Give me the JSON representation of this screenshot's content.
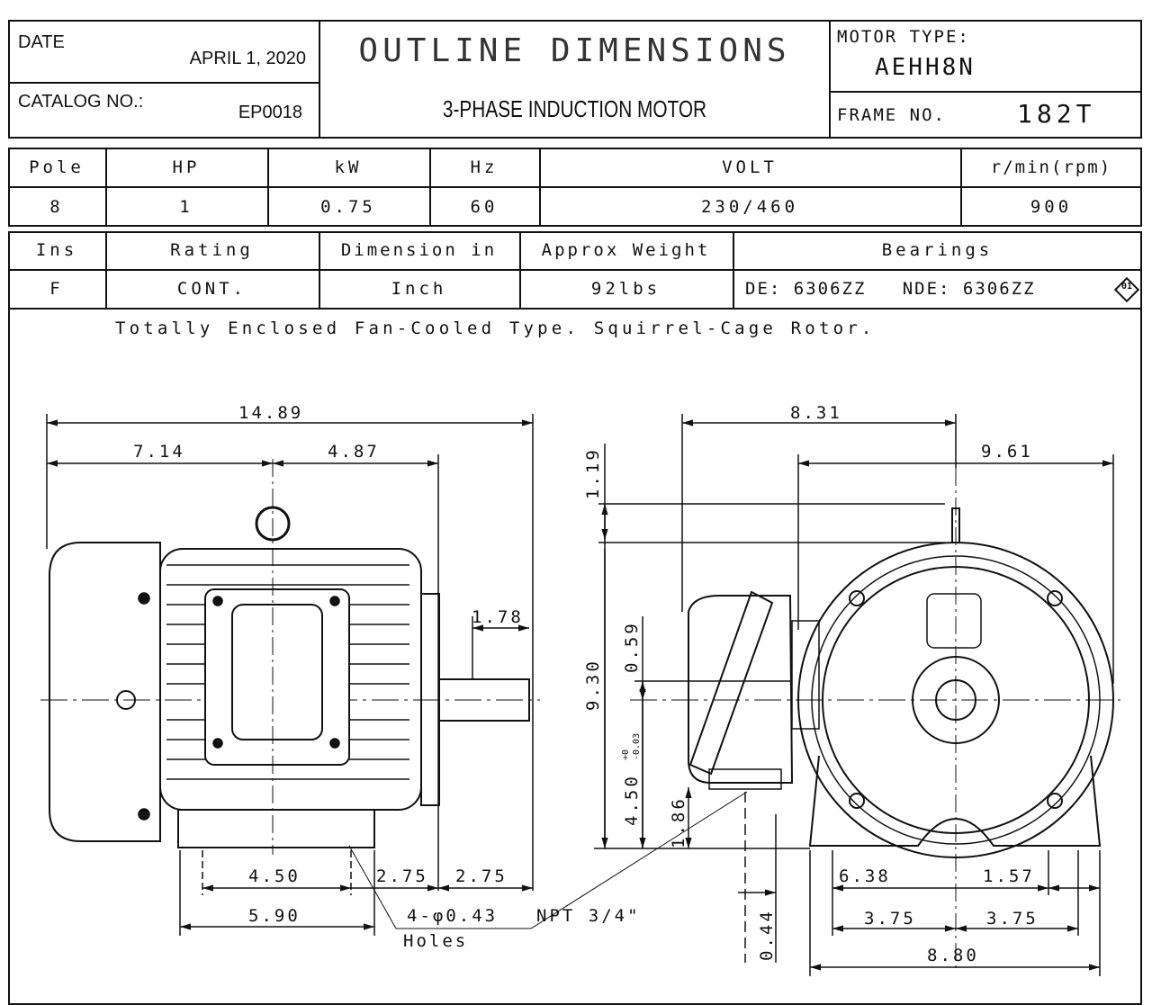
{
  "header": {
    "date_label": "DATE",
    "date_value": "APRIL 1, 2020",
    "catalog_label": "CATALOG NO.:",
    "catalog_value": "EP0018",
    "title": "OUTLINE DIMENSIONS",
    "subtitle": "3-PHASE INDUCTION MOTOR",
    "motor_type_label": "MOTOR TYPE:",
    "motor_type_value": "AEHH8N",
    "frame_label": "FRAME NO.",
    "frame_value": "182T"
  },
  "spec_table_1": {
    "headers": [
      "Pole",
      "HP",
      "kW",
      "Hz",
      "VOLT",
      "r/min(rpm)"
    ],
    "values": [
      "8",
      "1",
      "0.75",
      "60",
      "230/460",
      "900"
    ]
  },
  "spec_table_2": {
    "headers": [
      "Ins",
      "Rating",
      "Dimension in",
      "Approx Weight",
      "Bearings"
    ],
    "values": [
      "F",
      "CONT.",
      "Inch",
      "92lbs",
      "DE: 6306ZZ   NDE: 6306ZZ"
    ],
    "bearing_mark": "01"
  },
  "description": "Totally Enclosed Fan-Cooled Type. Squirrel-Cage Rotor.",
  "dimensions": {
    "side": {
      "overall_length": "14.89",
      "d_714": "7.14",
      "d_487": "4.87",
      "shaft": "1.78",
      "d_450": "4.50",
      "d_590": "5.90",
      "d_275a": "2.75",
      "d_275b": "2.75",
      "holes": "4-φ0.43",
      "holes_label": "Holes",
      "npt": "NPT 3/4\""
    },
    "end": {
      "d_831": "8.31",
      "d_961": "9.61",
      "d_119": "1.19",
      "d_930": "9.30",
      "d_059": "0.59",
      "d_450": "4.50",
      "d_450_tol_plus": "+0",
      "d_450_tol_minus": "-0.03",
      "d_186": "1.86",
      "d_044": "0.44",
      "d_638": "6.38",
      "d_157": "1.57",
      "d_375a": "3.75",
      "d_375b": "3.75",
      "d_880": "8.80"
    }
  }
}
